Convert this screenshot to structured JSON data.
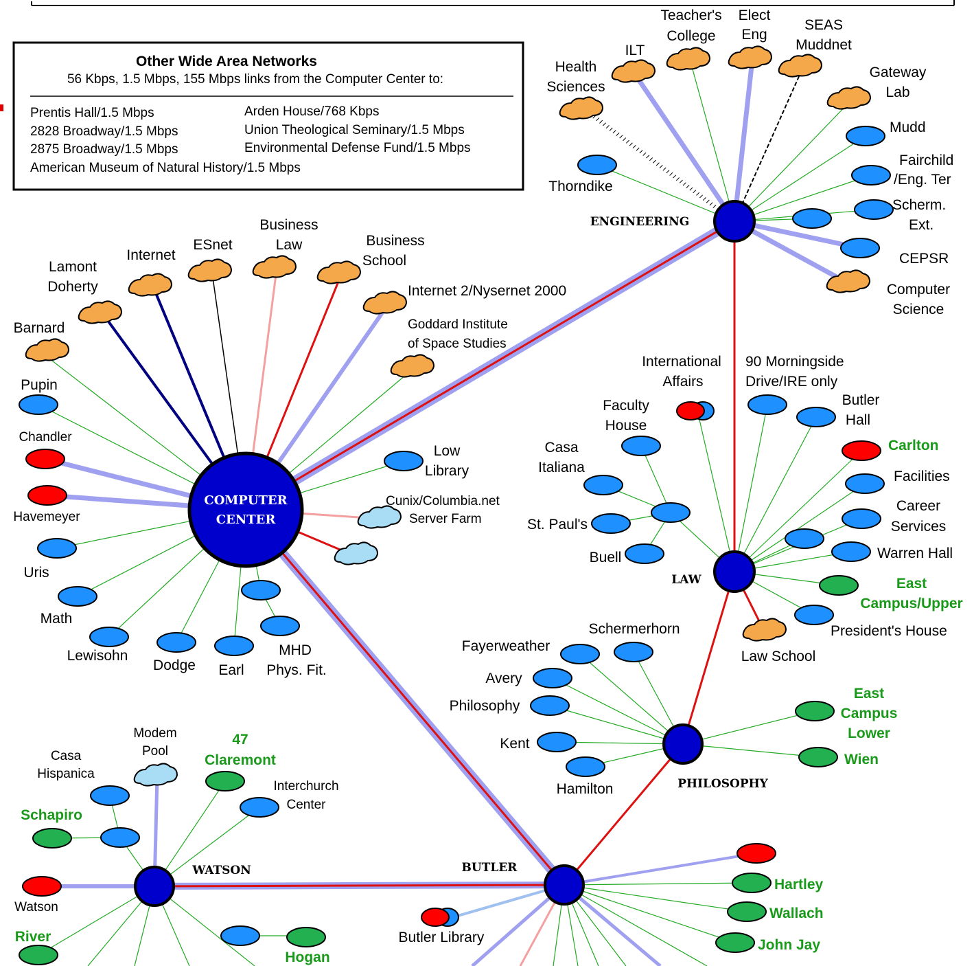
{
  "wan_box": {
    "title": "Other Wide Area Networks",
    "subtitle": "56 Kbps, 1.5 Mbps, 155 Mbps links from the Computer Center to:",
    "left_items": [
      "Prentis Hall/1.5 Mbps",
      "2828 Broadway/1.5 Mbps",
      "2875 Broadway/1.5 Mbps",
      "American Museum of Natural History/1.5 Mbps"
    ],
    "right_items": [
      "Arden House/768 Kbps",
      "Union Theological Seminary/1.5 Mbps",
      "Environmental Defense Fund/1.5 Mbps"
    ]
  },
  "hubs": {
    "computer_center": [
      "COMPUTER",
      "CENTER"
    ],
    "engineering": "ENGINEERING",
    "law": "LAW",
    "philosophy": "PHILOSOPHY",
    "butler": "BUTLER",
    "watson": "WATSON"
  },
  "labels": {
    "health_sciences": [
      "Health",
      "Sciences"
    ],
    "ilt": "ILT",
    "teachers_college": [
      "Teacher's",
      "College"
    ],
    "elect_eng": [
      "Elect",
      "Eng"
    ],
    "seas_muddnet": [
      "SEAS",
      "Muddnet"
    ],
    "gateway_lab": [
      "Gateway",
      "Lab"
    ],
    "mudd": "Mudd",
    "fairchild": [
      "Fairchild",
      "/Eng. Ter"
    ],
    "scherm_ext": [
      "Scherm.",
      "Ext."
    ],
    "cepsr": "CEPSR",
    "computer_science": [
      "Computer",
      "Science"
    ],
    "thorndike": "Thorndike",
    "business_law": [
      "Business",
      "Law"
    ],
    "business_school": [
      "Business",
      "School"
    ],
    "esnet": "ESnet",
    "internet": "Internet",
    "lamont": [
      "Lamont",
      "Doherty"
    ],
    "barnard": "Barnard",
    "internet2": "Internet 2/Nysernet 2000",
    "goddard": [
      "Goddard Institute",
      "of Space Studies"
    ],
    "pupin": "Pupin",
    "chandler": "Chandler",
    "havemeyer": "Havemeyer",
    "uris": "Uris",
    "math": "Math",
    "lewisohn": "Lewisohn",
    "dodge": "Dodge",
    "earl": "Earl",
    "mhd": [
      "MHD",
      "Phys. Fit."
    ],
    "low_library": [
      "Low",
      "Library"
    ],
    "cunix": [
      "Cunix/Columbia.net",
      "Server Farm"
    ],
    "international_affairs": [
      "International",
      "Affairs"
    ],
    "morningside": [
      "90 Morningside",
      "Drive/IRE only"
    ],
    "butler_hall": [
      "Butler",
      "Hall"
    ],
    "faculty_house": [
      "Faculty",
      "House"
    ],
    "casa_italiana": [
      "Casa",
      "Italiana"
    ],
    "st_pauls": "St. Paul's",
    "buell": "Buell",
    "carlton": "Carlton",
    "facilities": "Facilities",
    "career_services": [
      "Career",
      "Services"
    ],
    "warren_hall": "Warren Hall",
    "east_campus_upper": [
      "East",
      "Campus/Upper"
    ],
    "presidents_house": "President's House",
    "law_school": "Law School",
    "schermerhorn": "Schermerhorn",
    "fayerweather": "Fayerweather",
    "avery": "Avery",
    "philosophy_bldg": "Philosophy",
    "kent": "Kent",
    "hamilton": "Hamilton",
    "east_campus_lower": [
      "East",
      "Campus",
      "Lower"
    ],
    "wien": "Wien",
    "modem_pool": [
      "Modem",
      "Pool"
    ],
    "claremont": [
      "47",
      "Claremont"
    ],
    "casa_hispanica": [
      "Casa",
      "Hispanica"
    ],
    "interchurch": [
      "Interchurch",
      "Center"
    ],
    "schapiro": "Schapiro",
    "watson_bldg": "Watson",
    "river": "River",
    "hogan": "Hogan",
    "butler_library": "Butler Library",
    "hartley": "Hartley",
    "wallach": "Wallach",
    "john_jay": "John Jay"
  },
  "colors": {
    "hub": "#0000cc",
    "building": "#1e90ff",
    "cloud": "#f5a84a",
    "light_cloud": "#a8ddf5",
    "red": "#ff0000",
    "green_node": "#22b050",
    "thin_link": "#22aa22",
    "red_link": "#dd1111",
    "thick_link": "#a0a0f0",
    "navy_link": "#000080",
    "pink_link": "#f4a0a0"
  }
}
